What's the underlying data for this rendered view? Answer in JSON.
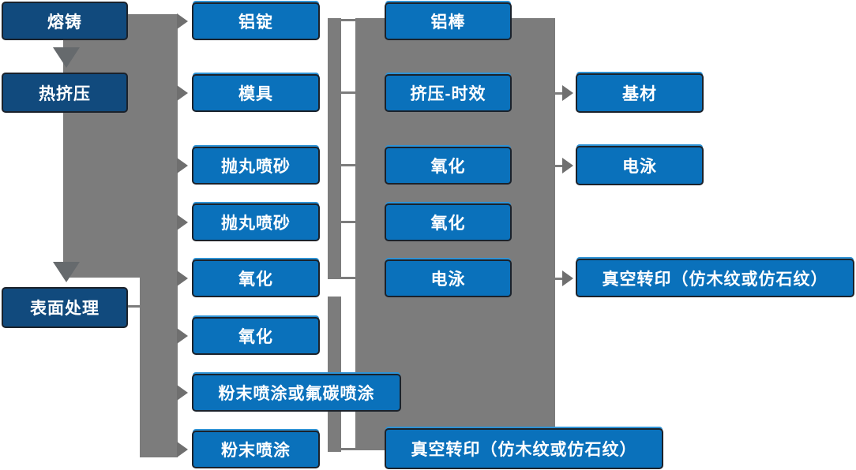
{
  "diagram": {
    "type": "flowchart",
    "colors": {
      "stage_box_fill": "#114A7D",
      "process_box_fill": "#0A71BB",
      "box_border": "#1B222B",
      "box_highlight": "#2E93D6",
      "connector_gray": "#7C7C7C",
      "arrow_gray": "#666A6D",
      "text": "#FFFFFF"
    },
    "columns": [
      {
        "name": "process-stages",
        "nodes": [
          {
            "label": "熔铸"
          },
          {
            "label": "热挤压"
          },
          {
            "label": "表面处理"
          }
        ]
      },
      {
        "name": "step-column-2",
        "nodes": [
          {
            "label": "铝锭"
          },
          {
            "label": "模具"
          },
          {
            "label": "抛丸喷砂"
          },
          {
            "label": "抛丸喷砂"
          },
          {
            "label": "氧化"
          },
          {
            "label": "氧化"
          },
          {
            "label": "粉末喷涂或氟碳喷涂"
          },
          {
            "label": "粉末喷涂"
          }
        ]
      },
      {
        "name": "step-column-3",
        "nodes": [
          {
            "label": "铝棒"
          },
          {
            "label": "挤压-时效"
          },
          {
            "label": "氧化"
          },
          {
            "label": "氧化"
          },
          {
            "label": "电泳"
          },
          {
            "label": "真空转印（仿木纹或仿石纹）"
          }
        ]
      },
      {
        "name": "result-column-4",
        "nodes": [
          {
            "label": "基材"
          },
          {
            "label": "电泳"
          },
          {
            "label": "真空转印（仿木纹或仿石纹）"
          }
        ]
      }
    ]
  }
}
